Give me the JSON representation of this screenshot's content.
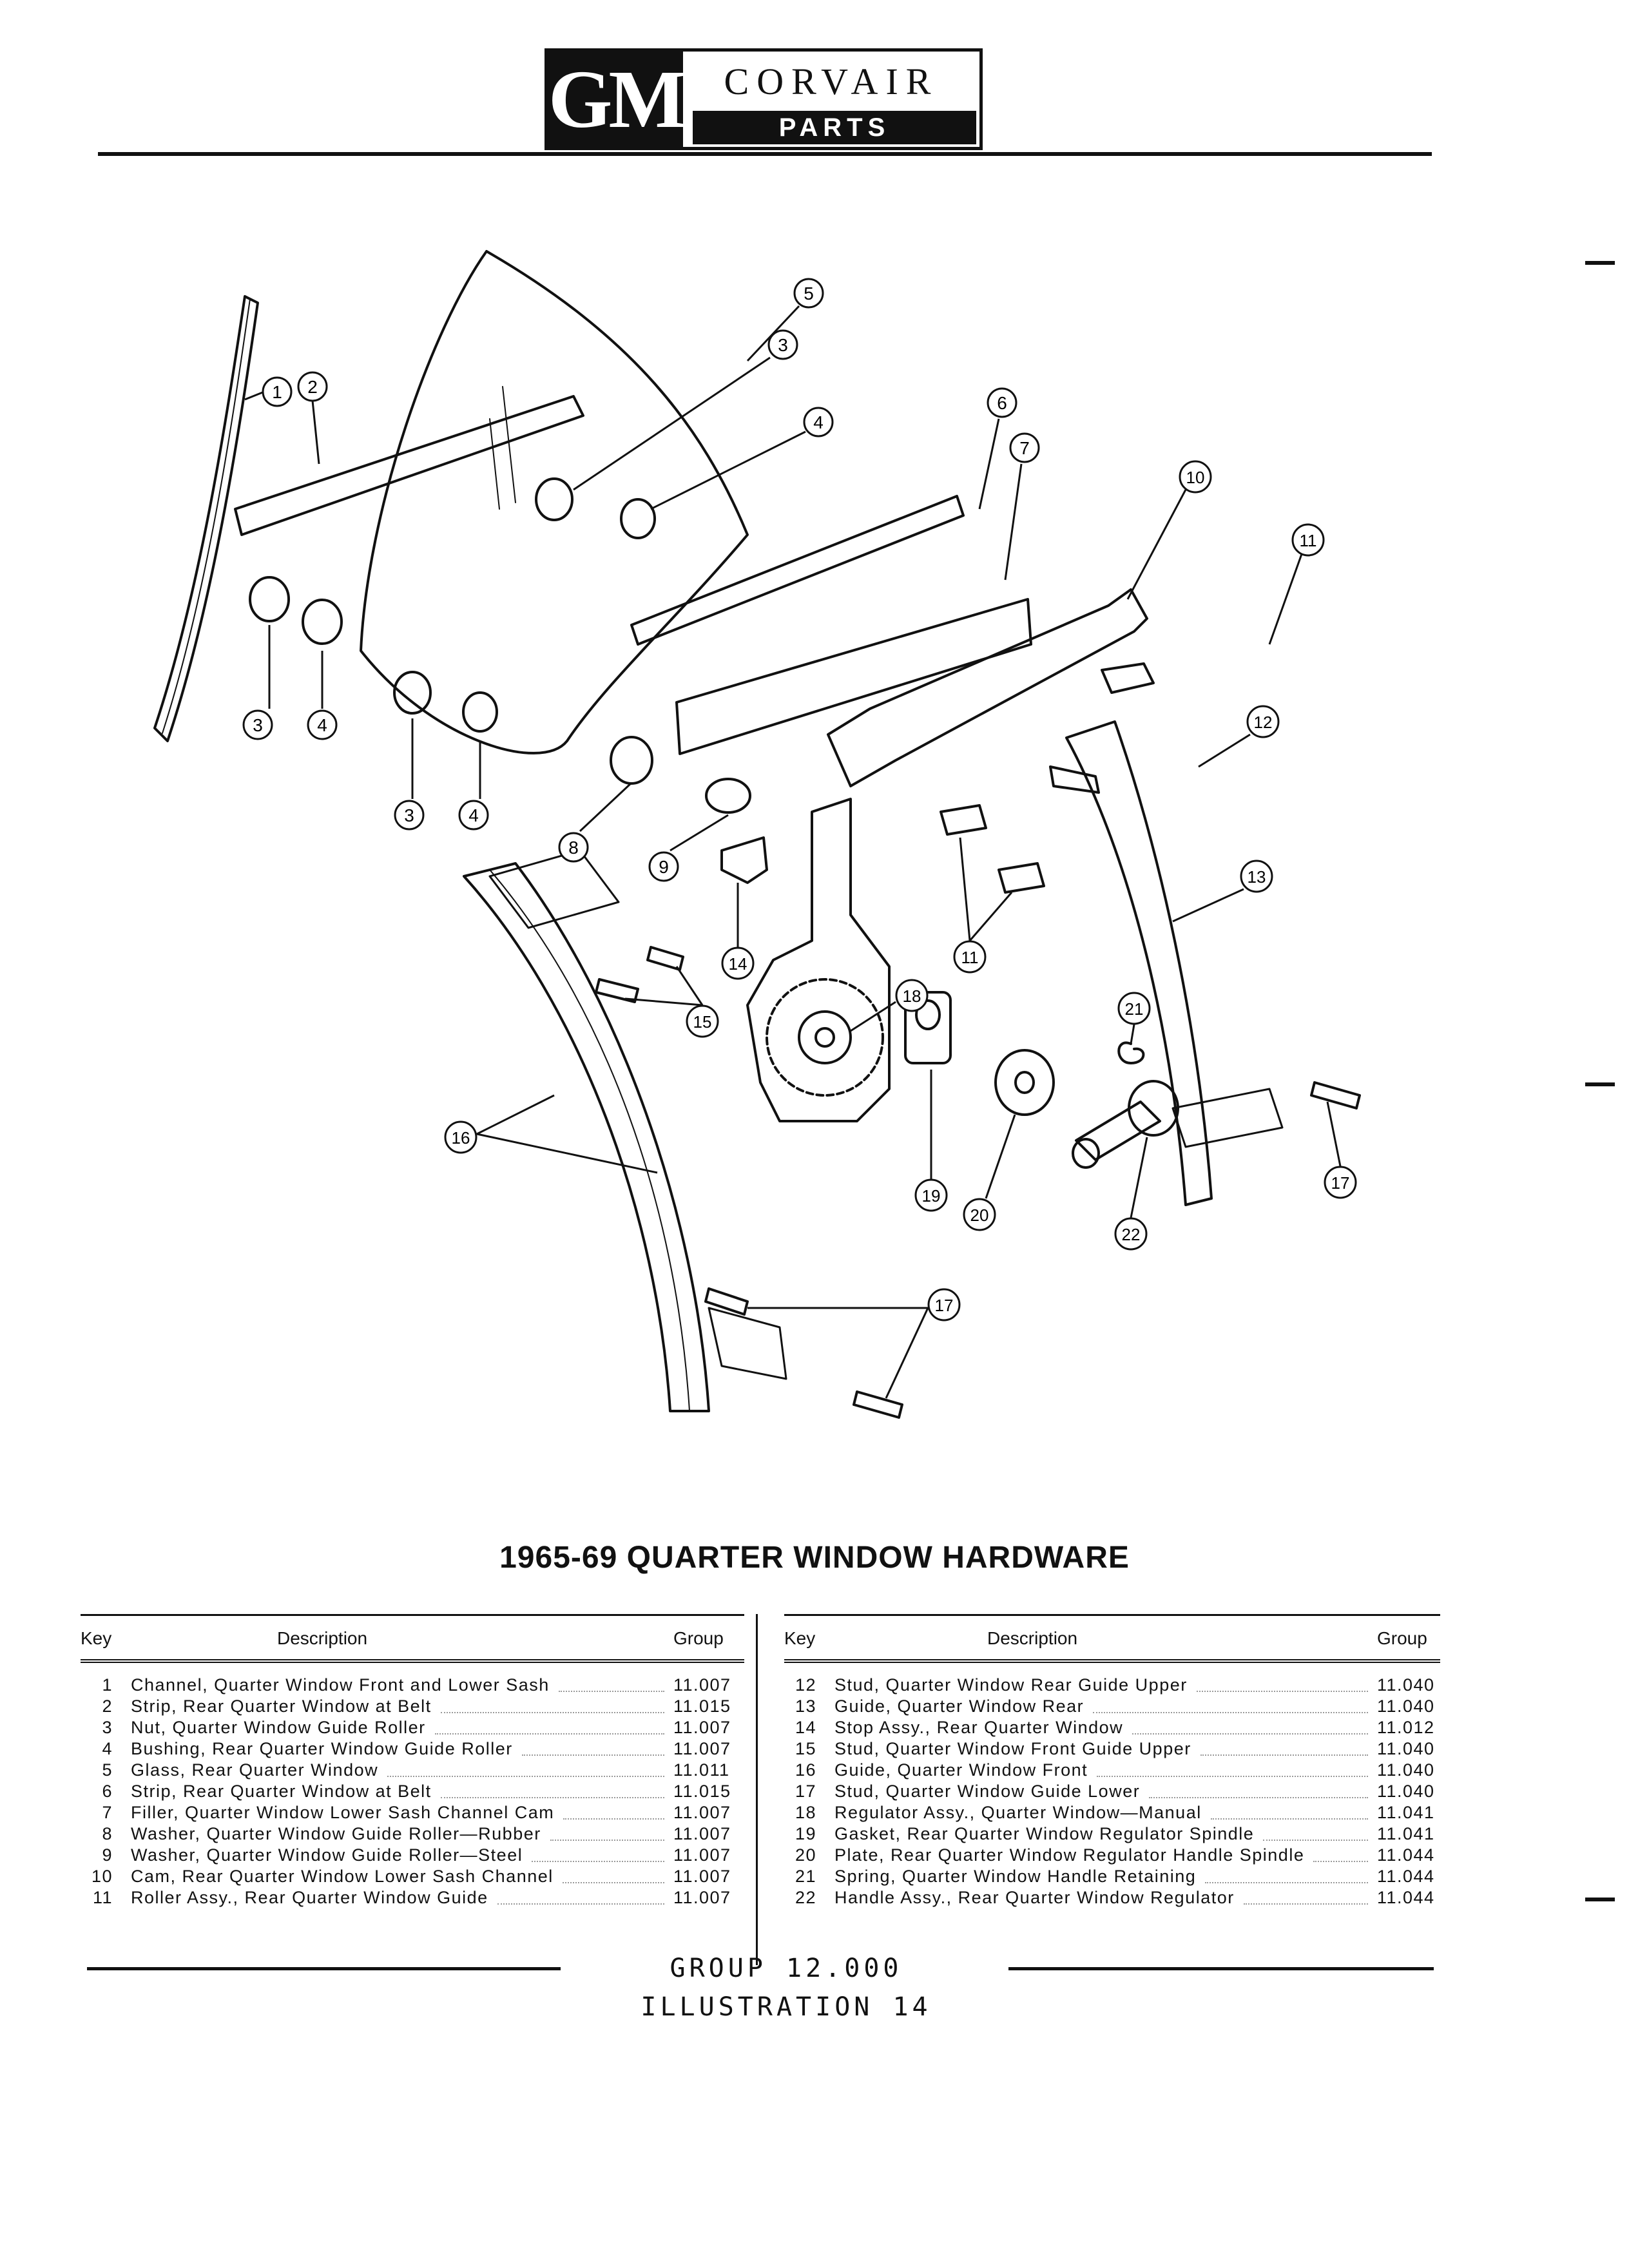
{
  "logo": {
    "brand": "GM",
    "model": "CORVAIR",
    "subtitle": "PARTS CATALOGUE"
  },
  "diagram": {
    "callouts": [
      "1",
      "2",
      "3",
      "4",
      "5",
      "6",
      "7",
      "8",
      "9",
      "10",
      "11",
      "12",
      "13",
      "14",
      "15",
      "16",
      "17",
      "18",
      "19",
      "20",
      "21",
      "22"
    ]
  },
  "title": "1965-69 QUARTER WINDOW HARDWARE",
  "table": {
    "headers": {
      "key": "Key",
      "description": "Description",
      "group": "Group"
    },
    "left": [
      {
        "key": "1",
        "description": "Channel, Quarter Window Front and Lower Sash",
        "group": "11.007"
      },
      {
        "key": "2",
        "description": "Strip, Rear Quarter Window at Belt",
        "group": "11.015"
      },
      {
        "key": "3",
        "description": "Nut, Quarter Window Guide Roller",
        "group": "11.007"
      },
      {
        "key": "4",
        "description": "Bushing, Rear Quarter Window Guide Roller",
        "group": "11.007"
      },
      {
        "key": "5",
        "description": "Glass, Rear Quarter Window",
        "group": "11.011"
      },
      {
        "key": "6",
        "description": "Strip, Rear Quarter Window at Belt",
        "group": "11.015"
      },
      {
        "key": "7",
        "description": "Filler, Quarter Window Lower Sash Channel Cam",
        "group": "11.007"
      },
      {
        "key": "8",
        "description": "Washer, Quarter Window Guide Roller—Rubber",
        "group": "11.007"
      },
      {
        "key": "9",
        "description": "Washer, Quarter Window Guide Roller—Steel",
        "group": "11.007"
      },
      {
        "key": "10",
        "description": "Cam, Rear Quarter Window Lower Sash Channel",
        "group": "11.007"
      },
      {
        "key": "11",
        "description": "Roller Assy., Rear Quarter Window Guide",
        "group": "11.007"
      }
    ],
    "right": [
      {
        "key": "12",
        "description": "Stud, Quarter Window Rear Guide Upper",
        "group": "11.040"
      },
      {
        "key": "13",
        "description": "Guide, Quarter Window Rear",
        "group": "11.040"
      },
      {
        "key": "14",
        "description": "Stop Assy., Rear Quarter Window",
        "group": "11.012"
      },
      {
        "key": "15",
        "description": "Stud, Quarter Window Front Guide Upper",
        "group": "11.040"
      },
      {
        "key": "16",
        "description": "Guide, Quarter Window Front",
        "group": "11.040"
      },
      {
        "key": "17",
        "description": "Stud, Quarter Window Guide Lower",
        "group": "11.040"
      },
      {
        "key": "18",
        "description": "Regulator Assy., Quarter Window—Manual",
        "group": "11.041"
      },
      {
        "key": "19",
        "description": "Gasket, Rear Quarter Window Regulator Spindle",
        "group": "11.041"
      },
      {
        "key": "20",
        "description": "Plate, Rear Quarter Window Regulator Handle Spindle",
        "group": "11.044"
      },
      {
        "key": "21",
        "description": "Spring, Quarter Window Handle Retaining",
        "group": "11.044"
      },
      {
        "key": "22",
        "description": "Handle Assy., Rear Quarter Window Regulator",
        "group": "11.044"
      }
    ]
  },
  "footer": {
    "text": "GROUP 12.000 ILLUSTRATION 14"
  }
}
